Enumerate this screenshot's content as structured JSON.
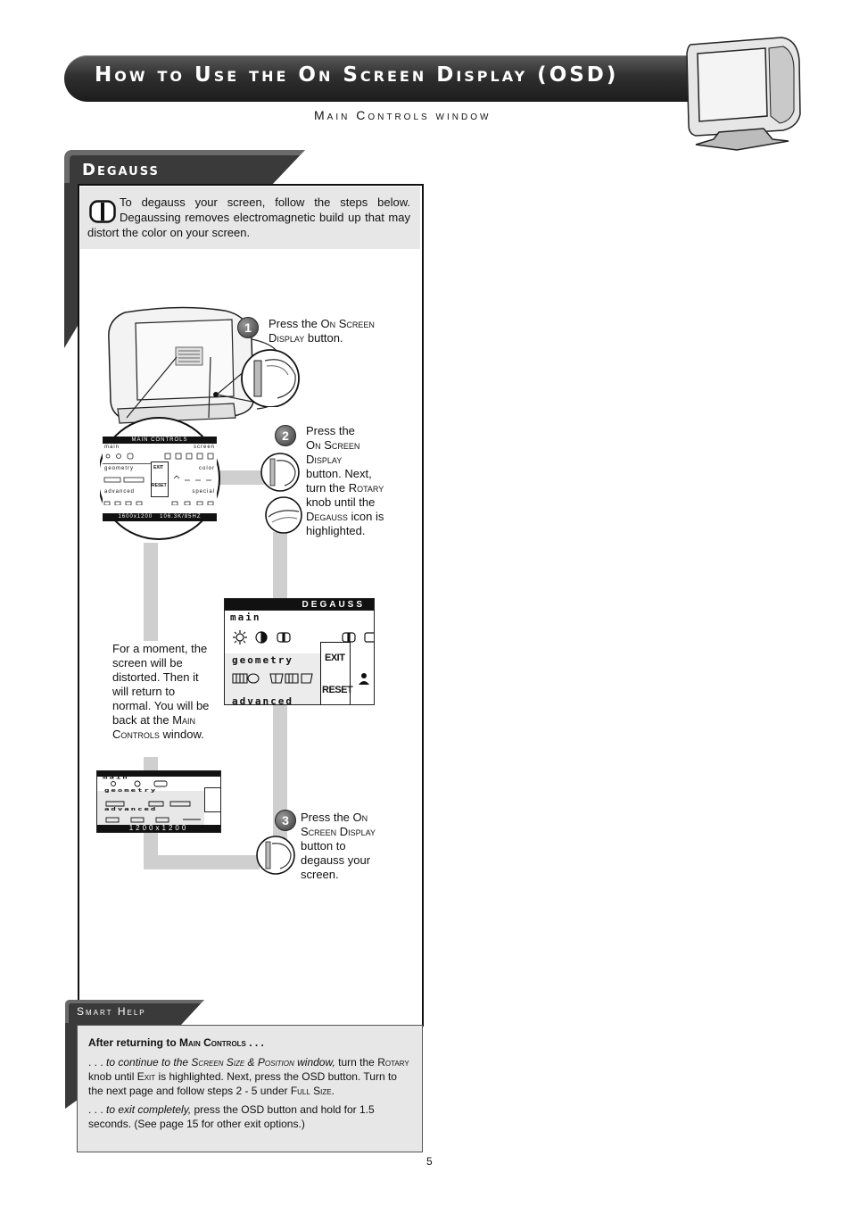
{
  "header": {
    "title": "How to Use the On Screen Display (OSD)",
    "subtitle": "Main Controls window"
  },
  "section": {
    "title": "Degauss"
  },
  "intro": {
    "text": "To degauss your screen, follow the steps below. Degaussing removes electromagnetic build up that may distort the color on your screen."
  },
  "steps": [
    {
      "number": "1",
      "text_parts": [
        "Press the ",
        "On Screen",
        " ",
        "Display",
        " button."
      ]
    },
    {
      "number": "2",
      "text_parts": [
        "Press the",
        "On Screen",
        "Display",
        "button. Next, turn the ",
        "Rotary",
        " knob until the ",
        "Degauss",
        " icon is highlighted."
      ]
    },
    {
      "number": "3",
      "text_parts": [
        "Press the ",
        "On",
        "Screen Display",
        "button to degauss your screen."
      ]
    }
  ],
  "note": {
    "text_parts": [
      "For a moment, the screen will be distorted. Then it will return to normal. You will be back at the ",
      "Main",
      "Controls",
      " window."
    ]
  },
  "osd_small": {
    "title": "MAIN CONTROLS",
    "main": "main",
    "screen": "screen",
    "geometry": "geometry",
    "color": "color",
    "advanced": "advanced",
    "special": "special",
    "exit": "EXIT",
    "reset": "RESET",
    "status": "1600x1200   106.3K/85HZ"
  },
  "osd_large": {
    "title": "DEGAUSS",
    "main": "main",
    "geometry": "geometry",
    "advanced": "advanced",
    "exit": "EXIT",
    "reset": "RESET"
  },
  "osd_distorted": {
    "main": "main",
    "geometry": "geometry",
    "advanced": "advanced",
    "status": "1200x1200"
  },
  "smart_help": {
    "tab": "Smart Help",
    "heading_parts": [
      "After returning to ",
      "Main Controls",
      " . . ."
    ],
    "para1_parts": [
      ". . . ",
      "to continue to the ",
      "Screen Size & Position",
      " window,",
      " turn the ",
      "Rotary",
      " knob until ",
      "Exit",
      " is highlighted. Next, press the OSD button.  Turn to the next page and follow steps 2 - 5 under ",
      "Full Size",
      "."
    ],
    "para2_parts": [
      ". . . ",
      "to exit completely,",
      " press the OSD button and hold for 1.5 seconds. (See page 15 for other exit options.)"
    ]
  },
  "page": {
    "number": "5"
  },
  "colors": {
    "banner": "#2f2f2f",
    "panel_gray": "#e7e7e7",
    "connector": "#cfcfcf"
  }
}
